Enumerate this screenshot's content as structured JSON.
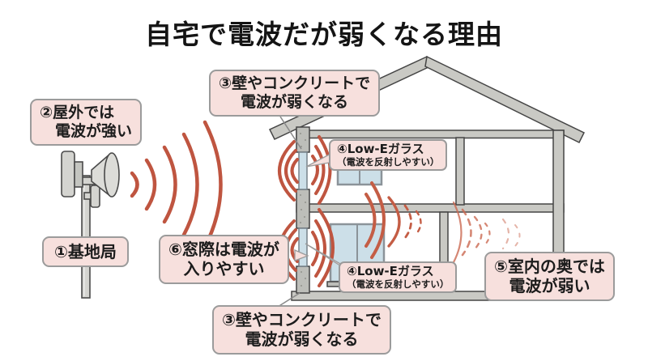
{
  "title": "自宅で電波だが弱くなる理由",
  "callouts": {
    "base_station": {
      "label": "①基地局"
    },
    "outdoor": {
      "lines": [
        "②屋外では",
        "電波が強い"
      ]
    },
    "wall_top": {
      "lines": [
        "③壁やコンクリートで",
        "電波が弱くなる"
      ]
    },
    "lowe_top": {
      "lines": [
        "④Low-Eガラス",
        "（電波を反射しやすい）"
      ]
    },
    "indoor_weak": {
      "lines": [
        "⑤室内の奥では",
        "電波が弱い"
      ]
    },
    "window_easy": {
      "lines": [
        "⑥窓際は電波が",
        "入りやすい"
      ]
    },
    "lowe_bottom": {
      "lines": [
        "④Low-Eガラス",
        "（電波を反射しやすい）"
      ]
    },
    "wall_bottom": {
      "lines": [
        "③壁やコンクリートで",
        "電波が弱くなる"
      ]
    }
  },
  "icons": {
    "base_station_antenna": "base-station-antenna-icon",
    "house": "house-cross-section",
    "waves": "radio-wave-arcs"
  },
  "colors": {
    "wave_strong": "#bf5540",
    "wave_faded": "#cb6a52",
    "callout_bg": "#f7e0dd",
    "callout_border": "#9b9b9b",
    "structure_gray": "#c9c9c4",
    "structure_outline": "#454545",
    "glass_blue": "#ccdfe8",
    "title_color": "#141414"
  }
}
